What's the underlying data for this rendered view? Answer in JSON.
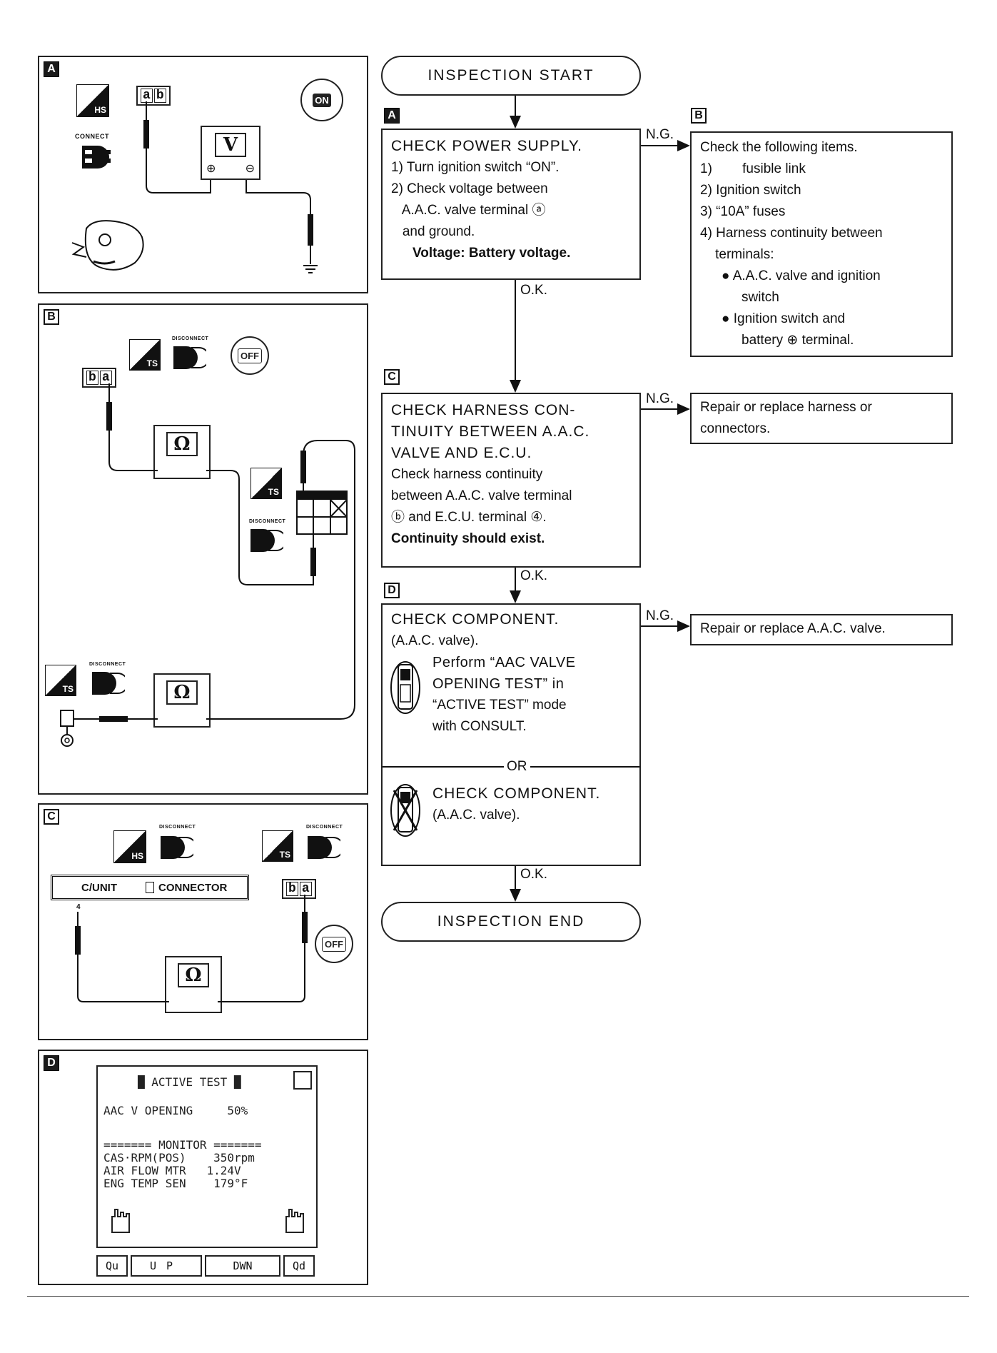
{
  "flow": {
    "start_label": "INSPECTION START",
    "end_label": "INSPECTION END",
    "ng_label": "N.G.",
    "ok_label": "O.K.",
    "or_label": "OR",
    "step_a": {
      "tag": "A",
      "lines": [
        "CHECK  POWER  SUPPLY.",
        "1) Turn ignition switch “ON”.",
        "2) Check voltage between",
        "   A.A.C. valve terminal ⓐ",
        "   and ground."
      ],
      "result": "Voltage:  Battery voltage."
    },
    "step_b": {
      "tag": "B",
      "lines": [
        "Check the following items.",
        "1)        fusible link",
        "2) Ignition switch",
        "3) “10A” fuses",
        "4) Harness continuity between",
        "    terminals:"
      ],
      "bullets": [
        [
          "A.A.C. valve and ignition",
          "switch"
        ],
        [
          "Ignition switch and",
          "battery ⊕ terminal."
        ]
      ]
    },
    "step_c": {
      "tag": "C",
      "lines": [
        "CHECK  HARNESS  CON-",
        "TINUITY  BETWEEN  A.A.C.",
        "VALVE  AND  E.C.U."
      ],
      "sub": [
        "Check harness continuity",
        "between A.A.C. valve terminal",
        "ⓑ and E.C.U. terminal ④."
      ],
      "result": "Continuity should exist."
    },
    "step_c_ng": [
      "Repair or replace harness or",
      "connectors."
    ],
    "step_d": {
      "tag": "D",
      "lines": [
        "CHECK  COMPONENT.",
        "(A.A.C. valve)."
      ],
      "consult": [
        "Perform “AAC VALVE",
        "OPENING TEST” in",
        "“ACTIVE TEST” mode",
        "with CONSULT."
      ],
      "alt": [
        "CHECK  COMPONENT.",
        "(A.A.C. valve)."
      ]
    },
    "step_d_ng": "Repair or replace A.A.C. valve."
  },
  "diagrams": {
    "a": {
      "tag": "A",
      "meter_symbol": "V",
      "connector": [
        "a",
        "b"
      ],
      "connect_label": "CONNECT",
      "key_label": "ON",
      "hs_label": "HS"
    },
    "b": {
      "tag": "B",
      "meter_symbol": "Ω",
      "connector": [
        "b",
        "a"
      ],
      "disconnect_label": "DISCONNECT",
      "key_label": "OFF",
      "ts_label": "TS"
    },
    "c": {
      "tag": "C",
      "meter_symbol": "Ω",
      "unit_label": "C/UNIT",
      "connector_label": "CONNECTOR",
      "pin_label": "4",
      "connector": [
        "b",
        "a"
      ],
      "disconnect_label": "DISCONNECT",
      "key_label": "OFF",
      "hs_label": "HS",
      "ts_label": "TS"
    },
    "d": {
      "tag": "D",
      "screen_title": "█ ACTIVE TEST █",
      "line1": "AAC V OPENING     50%",
      "monitor": "======= MONITOR =======",
      "row1": "CAS·RPM(POS)    350rpm",
      "row2": "AIR FLOW MTR   1.24V",
      "row3": "ENG TEMP SEN    179°F",
      "keys": [
        "Qu",
        "UP",
        "DWN",
        "Qd"
      ]
    }
  }
}
